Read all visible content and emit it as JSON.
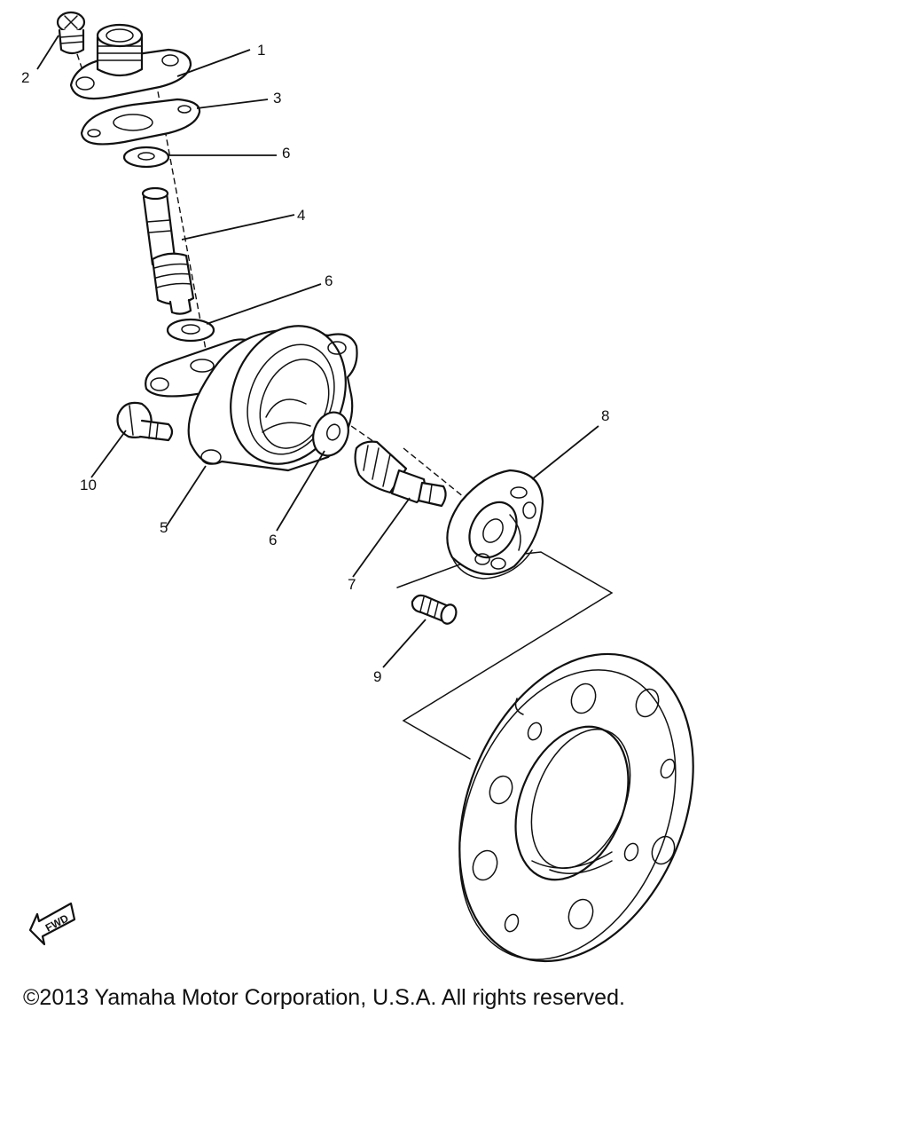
{
  "callouts": {
    "p1": "1",
    "p2": "2",
    "p3": "3",
    "p4": "4",
    "p5": "5",
    "p6": "6",
    "p7": "7",
    "p8": "8",
    "p9": "9",
    "p10": "10"
  },
  "fwd_label": "FWD",
  "copyright": "©2013 Yamaha Motor Corporation, U.S.A. All rights reserved."
}
